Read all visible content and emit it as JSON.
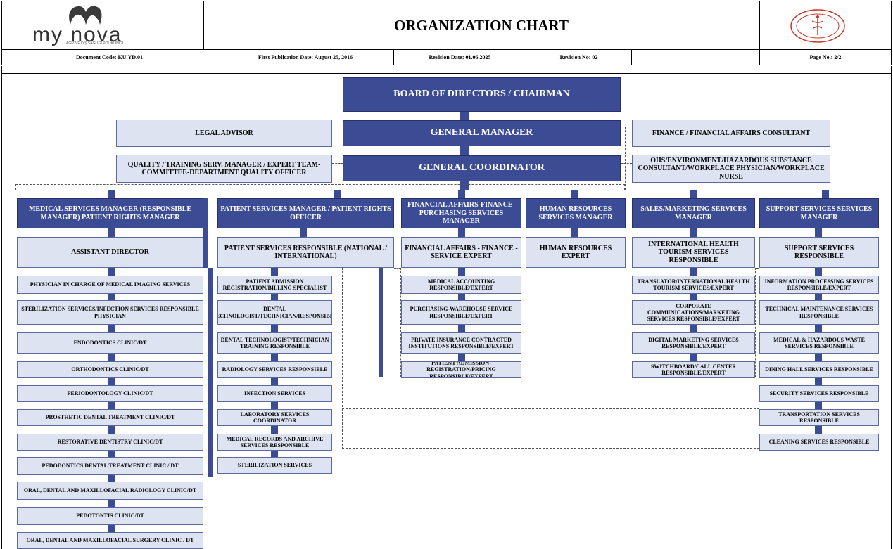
{
  "header": {
    "logo_text": "my nova",
    "logo_subtext": "AĞIZ VE DİŞ SAĞLIĞI POLİKLİNİĞİ",
    "title": "ORGANIZATION CHART",
    "document_code": "Document Code: KU.YD.01",
    "first_publication": "First Publication Date: August 25, 2016",
    "revision_date": "Revision Date: 01.06.2025",
    "revision_no": "Revision No: 02",
    "page_no": "Page No.: 2/2"
  },
  "top": {
    "board": "BOARD OF DIRECTORS / CHAIRMAN",
    "general_manager": "GENERAL MANAGER",
    "general_coordinator": "GENERAL COORDINATOR",
    "legal_advisor": "LEGAL ADVISOR",
    "quality": "QUALITY / TRAINING SERV. MANAGER / EXPERT TEAM-COMMITTEE-DEPARTMENT QUALITY OFFICER",
    "finance_consultant": "FINANCE / FINANCIAL AFFAIRS CONSULTANT",
    "ohs": "OHS/ENVIRONMENT/HAZARDOUS SUBSTANCE CONSULTANT/WORKPLACE PHYSICIAN/WORKPLACE NURSE"
  },
  "medical": {
    "manager": "MEDICAL SERVICES MANAGER (RESPONSIBLE MANAGER) PATIENT RIGHTS MANAGER",
    "sub": "ASSISTANT DIRECTOR",
    "items": [
      "PHYSICIAN IN CHARGE OF MEDICAL IMAGING SERVICES",
      "STERILIZATION SERVICES/INFECTION SERVICES RESPONSIBLE PHYSICIAN",
      "ENDODONTICS CLINIC/DT",
      "ORTHODONTICS CLINIC/DT",
      "PERIODONTOLOGY CLINIC/DT",
      "PROSTHETIC DENTAL TREATMENT CLINIC/DT",
      "RESTORATIVE DENTISTRY CLINIC/DT",
      "PEDODONTICS DENTAL TREATMENT CLINIC / DT",
      "ORAL, DENTAL AND MAXILLOFACIAL RADIOLOGY CLINIC/DT",
      "PEDOTONTIS CLINIC/DT",
      "ORAL, DENTAL AND MAXILLOFACIAL SURGERY CLINIC / DT"
    ]
  },
  "patient": {
    "manager": "PATIENT SERVICES MANAGER / PATIENT RIGHTS OFFICER",
    "sub": "PATIENT SERVICES RESPONSIBLE (NATIONAL / INTERNATIONAL)",
    "items": [
      "PATIENT ADMISSION REGISTRATION/BILLING SPECIALIST",
      "DENTAL TECHNOLOGIST/TECHNICIAN/RESPONSIBLE",
      "DENTAL TECHNOLOGIST/TECHNICIAN TRAINING RESPONSIBLE",
      "RADIOLOGY SERVICES RESPONSIBLE",
      "INFECTION SERVICES",
      "LABORATORY SERVICES COORDINATOR",
      "MEDICAL RECORDS AND ARCHIVE SERVICES RESPONSIBLE",
      "STERILIZATION SERVICES"
    ]
  },
  "finance": {
    "manager": "FINANCIAL AFFAIRS-FINANCE-PURCHASING SERVICES MANAGER",
    "sub": "FINANCIAL AFFAIRS - FINANCE - SERVICE EXPERT",
    "items": [
      "MEDICAL ACCOUNTING RESPONSIBLE/EXPERT",
      "PURCHASING-WAREHOUSE SERVICE RESPONSIBLE/EXPERT",
      "PRIVATE INSURANCE CONTRACTED INSTITUTIONS RESPONSIBLE/EXPERT",
      "PATIENT ADMISSION-REGISTRATION/PRICING RESPONSIBLE/EXPERT"
    ]
  },
  "hr": {
    "manager": "HUMAN RESOURCES SERVICES MANAGER",
    "sub": "HUMAN RESOURCES EXPERT"
  },
  "sales": {
    "manager": "SALES/MARKETING SERVICES MANAGER",
    "sub": "INTERNATIONAL HEALTH TOURISM SERVICES RESPONSIBLE",
    "items": [
      "TRANSLATOR/INTERNATIONAL HEALTH TOURISM SERVICES/EXPERT",
      "CORPORATE COMMUNICATIONS/MARKETING SERVICES RESPONSIBLE/EXPERT",
      "DIGITAL MARKETING SERVICES RESPONSIBLE/EXPERT",
      "SWITCHBOARD/CALL CENTER RESPONSIBLE/EXPERT"
    ]
  },
  "support": {
    "manager": "SUPPORT SERVICES SERVICES MANAGER",
    "sub": "SUPPORT SERVICES RESPONSIBLE",
    "items": [
      "INFORMATION PROCESSING SERVICES RESPONSIBLE/EXPERT",
      "TECHNICAL MAINTENANCE SERVICES RESPONSIBLE",
      "MEDICAL & HAZARDOUS WASTE SERVICES RESPONSIBLE",
      "DINING HALL SERVICES RESPONSIBLE",
      "SECURITY SERVICES RESPONSIBLE",
      "TRANSPORTATION SERVICES RESPONSIBLE",
      "CLEANING SERVICES RESPONSIBLE"
    ]
  }
}
